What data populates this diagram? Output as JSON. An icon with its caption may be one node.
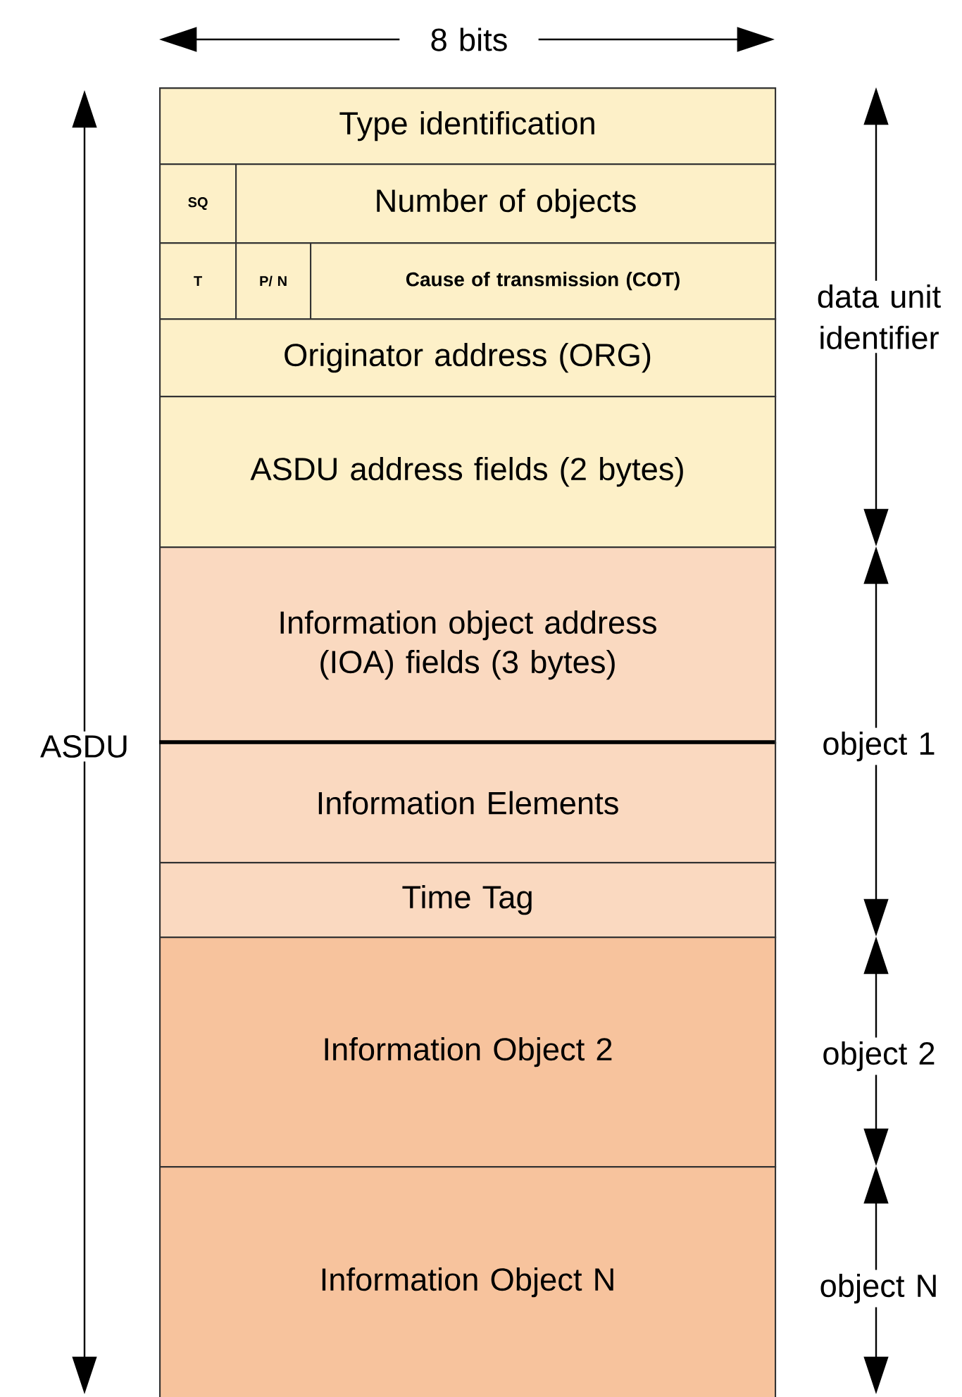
{
  "diagram": {
    "nodes": [
      {
        "text": [
          "Type identification"
        ]
      },
      {
        "text": [
          "SQ"
        ]
      },
      {
        "text": [
          "Number of objects"
        ]
      },
      {
        "text": [
          "T"
        ]
      },
      {
        "text": [
          "P/ N"
        ]
      },
      {
        "text": [
          "Cause of transmission (COT)"
        ]
      },
      {
        "text": [
          "Originator address (ORG)"
        ]
      },
      {
        "text": [
          "ASDU address fields (2 bytes)"
        ]
      },
      {
        "text": [
          "Information object address (IOA) fields (3 bytes)"
        ]
      },
      {
        "text": [
          "Information Elements"
        ]
      },
      {
        "text": [
          "Time Tag"
        ]
      },
      {
        "text": [
          "Information Object 2"
        ]
      },
      {
        "text": [
          "Information Object N"
        ]
      }
    ],
    "labels": [
      "8 bits",
      "ASDU",
      "data unit identifier",
      "object 1",
      "object 2",
      "object N"
    ]
  }
}
